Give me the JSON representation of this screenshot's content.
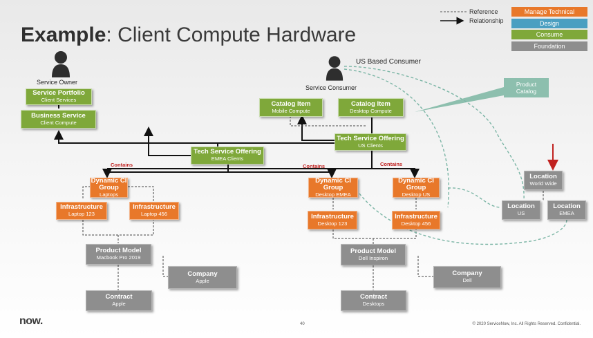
{
  "title": {
    "bold": "Example",
    "rest": ": Client Compute Hardware"
  },
  "legend": {
    "reference": "Reference",
    "relationship": "Relationship",
    "categories": [
      {
        "label": "Manage Technical",
        "color": "#e8782a"
      },
      {
        "label": "Design",
        "color": "#4a9fc1"
      },
      {
        "label": "Consume",
        "color": "#7fa83a"
      },
      {
        "label": "Foundation",
        "color": "#8e8e8e"
      }
    ]
  },
  "actors": {
    "service_owner": "Service Owner",
    "service_consumer": "Service Consumer",
    "us_consumer": "US Based Consumer"
  },
  "product_catalog": [
    "Product",
    "Catalog"
  ],
  "contains": "Contains",
  "boxes": {
    "service_portfolio": {
      "title": "Service Portfolio",
      "sub": "Client Services"
    },
    "business_service": {
      "title": "Business Service",
      "sub": "Client Compute"
    },
    "catalog_mobile": {
      "title": "Catalog Item",
      "sub": "Mobile Compute"
    },
    "catalog_desktop": {
      "title": "Catalog Item",
      "sub": "Desktop Compute"
    },
    "tso_us": {
      "title": "Tech Service Offering",
      "sub": "US Clients"
    },
    "tso_emea": {
      "title": "Tech Service Offering",
      "sub": "EMEA Clients"
    },
    "dcg_laptops": {
      "title": "Dynamic CI Group",
      "sub": "Laptops"
    },
    "dcg_desktop_emea": {
      "title": "Dynamic CI Group",
      "sub": "Desktop EMEA"
    },
    "dcg_desktop_us": {
      "title": "Dynamic CI Group",
      "sub": "Desktop US"
    },
    "infra_laptop123": {
      "title": "Infrastructure",
      "sub": "Laptop 123"
    },
    "infra_laptop456": {
      "title": "Infrastructure",
      "sub": "Laptop 456"
    },
    "infra_desktop123": {
      "title": "Infrastructure",
      "sub": "Desktop 123"
    },
    "infra_desktop456": {
      "title": "Infrastructure",
      "sub": "Desktop 456"
    },
    "pm_macbook": {
      "title": "Product Model",
      "sub": "Macbook Pro 2019"
    },
    "pm_dell": {
      "title": "Product Model",
      "sub": "Dell Inspiron"
    },
    "company_apple": {
      "title": "Company",
      "sub": "Apple"
    },
    "company_dell": {
      "title": "Company",
      "sub": "Dell"
    },
    "contract_apple": {
      "title": "Contract",
      "sub": "Apple"
    },
    "contract_desktops": {
      "title": "Contract",
      "sub": "Desktops"
    },
    "loc_ww": {
      "title": "Location",
      "sub": "World Wide"
    },
    "loc_us": {
      "title": "Location",
      "sub": "US"
    },
    "loc_emea": {
      "title": "Location",
      "sub": "EMEA"
    }
  },
  "footer": {
    "logo": "now.",
    "page": "40",
    "copyright": "© 2020 ServiceNow, Inc. All Rights Reserved. Confidential."
  }
}
